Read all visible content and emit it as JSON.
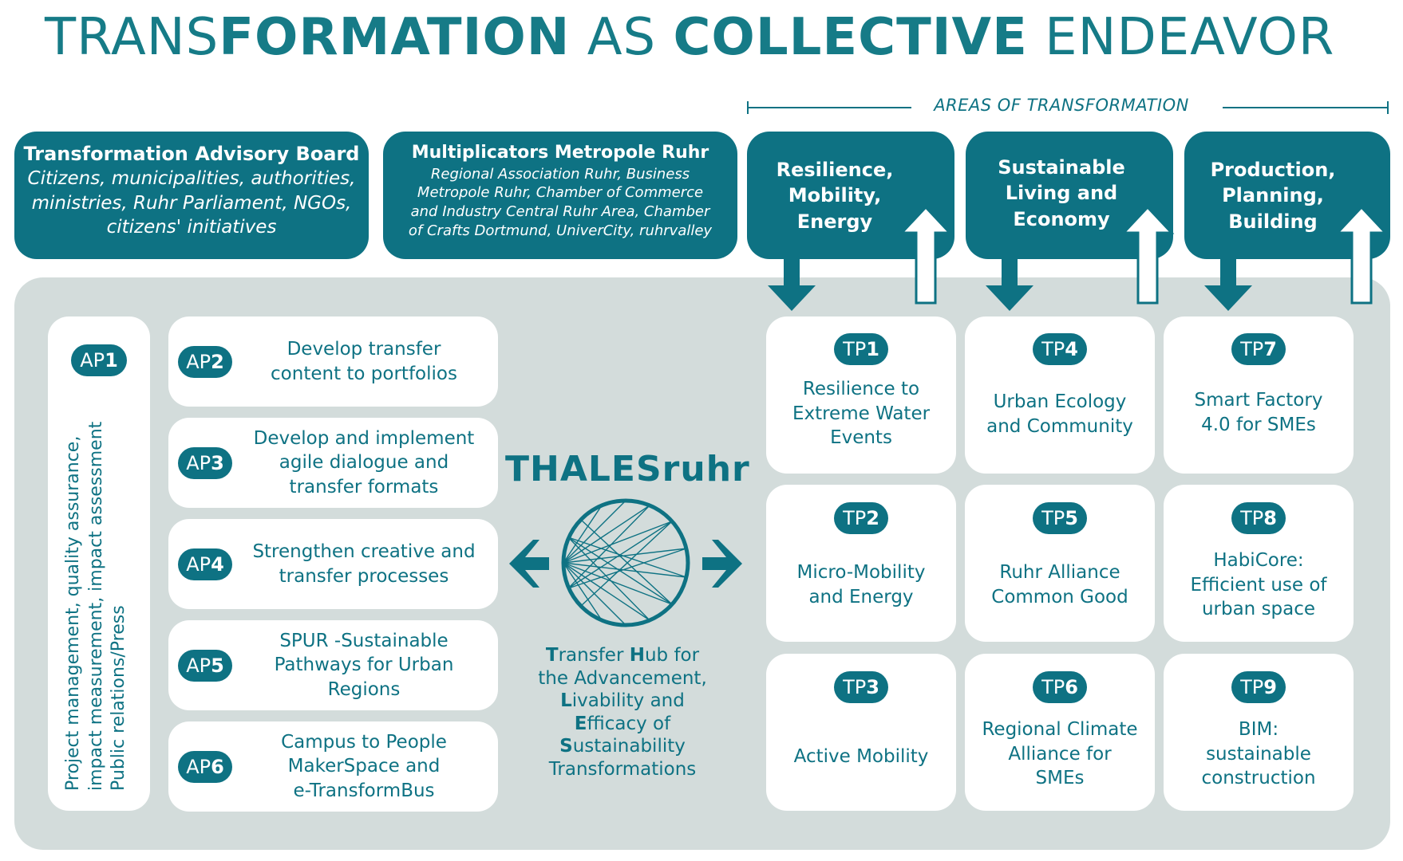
{
  "title": {
    "part1": "TRANS",
    "part2": "FORMATION",
    "part3": " AS ",
    "part4": "COLLECTIVE",
    "part5": " ENDEAVOR"
  },
  "areas_label": "AREAS OF TRANSFORMATION",
  "advisory_board": {
    "heading": "Transformation Advisory Board",
    "lines": [
      "Citizens, municipalities, authorities,",
      "ministries, Ruhr Parliament, NGOs,",
      "citizens' initiatives"
    ]
  },
  "multiplicators": {
    "heading": "Multiplicators Metropole Ruhr",
    "lines": [
      "Regional Association Ruhr, Business",
      "Metropole Ruhr, Chamber of Commerce",
      "and Industry Central Ruhr Area, Chamber",
      "of Crafts Dortmund, UniverCity, ruhrvalley"
    ]
  },
  "areas": [
    {
      "lines": [
        "Resilience,",
        "Mobility,",
        "Energy"
      ]
    },
    {
      "lines": [
        "Sustainable",
        "Living and",
        "Economy"
      ]
    },
    {
      "lines": [
        "Production,",
        "Planning,",
        "Building"
      ]
    }
  ],
  "ap1": {
    "prefix": "AP",
    "num": "1",
    "lines": [
      "Project management, quality assurance,",
      "impact measurement, impact assessment",
      "Public relations/Press"
    ]
  },
  "aps": [
    {
      "prefix": "AP",
      "num": "2",
      "lines": [
        "Develop transfer",
        "content to portfolios"
      ]
    },
    {
      "prefix": "AP",
      "num": "3",
      "lines": [
        "Develop and implement",
        "agile dialogue and",
        "transfer formats"
      ]
    },
    {
      "prefix": "AP",
      "num": "4",
      "lines": [
        "Strengthen creative and",
        "transfer processes"
      ]
    },
    {
      "prefix": "AP",
      "num": "5",
      "lines": [
        "SPUR -Sustainable",
        "Pathways for Urban",
        "Regions"
      ]
    },
    {
      "prefix": "AP",
      "num": "6",
      "lines": [
        "Campus to People",
        "MakerSpace and",
        "e-TransformBus"
      ]
    }
  ],
  "thales": "THALESruhr",
  "hub_lines": [
    {
      "b": "T",
      "r": "ransfer "
    },
    {
      "b": "H",
      "r": "ub for"
    },
    {
      "b": "",
      "r": "the Advancement,"
    },
    {
      "b": "L",
      "r": "ivability and"
    },
    {
      "b": "E",
      "r": "fficacy of"
    },
    {
      "b": "S",
      "r": "ustainability"
    },
    {
      "b": "",
      "r": "Transformations"
    }
  ],
  "tps": [
    {
      "prefix": "TP",
      "num": "1",
      "lines": [
        "Resilience to",
        "Extreme Water",
        "Events"
      ]
    },
    {
      "prefix": "TP",
      "num": "4",
      "lines": [
        "Urban Ecology",
        "and Community"
      ]
    },
    {
      "prefix": "TP",
      "num": "7",
      "lines": [
        "Smart Factory",
        "4.0 for SMEs"
      ]
    },
    {
      "prefix": "TP",
      "num": "2",
      "lines": [
        "Micro-Mobility",
        "and Energy"
      ]
    },
    {
      "prefix": "TP",
      "num": "5",
      "lines": [
        "Ruhr Alliance",
        "Common Good"
      ]
    },
    {
      "prefix": "TP",
      "num": "8",
      "lines": [
        "HabiCore:",
        "Efficient use of",
        "urban space"
      ]
    },
    {
      "prefix": "TP",
      "num": "3",
      "lines": [
        "Active Mobility"
      ]
    },
    {
      "prefix": "TP",
      "num": "6",
      "lines": [
        "Regional Climate",
        "Alliance for",
        "SMEs"
      ]
    },
    {
      "prefix": "TP",
      "num": "9",
      "lines": [
        "BIM:",
        "sustainable",
        "construction"
      ]
    }
  ],
  "colors": {
    "teal": "#0e7283",
    "panel": "#d3dcdb",
    "title": "#167b87"
  }
}
